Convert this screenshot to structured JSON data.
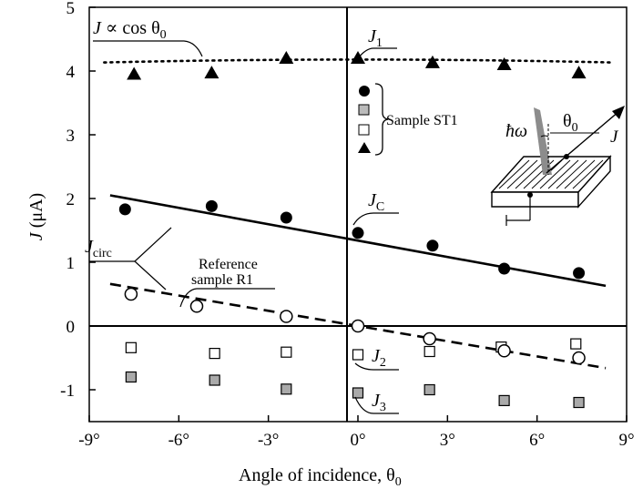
{
  "chart_data": {
    "type": "scatter",
    "xlabel": "Angle of incidence, θ",
    "xlabel_sub": "0",
    "ylabel": "J",
    "ylabel_unit": "(μA)",
    "xlim": [
      -9,
      9
    ],
    "ylim": [
      -1.5,
      5
    ],
    "xticks": [
      {
        "v": -9,
        "label": "-9°"
      },
      {
        "v": -6,
        "label": "-6°"
      },
      {
        "v": -3,
        "label": "-3°"
      },
      {
        "v": 0,
        "label": "0°"
      },
      {
        "v": 3,
        "label": "3°"
      },
      {
        "v": 6,
        "label": "6°"
      },
      {
        "v": 9,
        "label": "9°"
      }
    ],
    "yticks": [
      {
        "v": -1,
        "label": "-1"
      },
      {
        "v": 0,
        "label": "0"
      },
      {
        "v": 1,
        "label": "1"
      },
      {
        "v": 2,
        "label": "2"
      },
      {
        "v": 3,
        "label": "3"
      },
      {
        "v": 4,
        "label": "4"
      },
      {
        "v": 5,
        "label": "5"
      }
    ],
    "series": [
      {
        "marker": "triangle",
        "x": [
          -7.5,
          -4.9,
          -2.4,
          0.0,
          2.5,
          4.9,
          7.4
        ],
        "y": [
          3.95,
          3.97,
          4.2,
          4.2,
          4.13,
          4.1,
          3.97
        ]
      },
      {
        "marker": "filled-circle",
        "x": [
          -7.8,
          -4.9,
          -2.4,
          0.0,
          2.5,
          4.9,
          7.4
        ],
        "y": [
          1.83,
          1.88,
          1.7,
          1.46,
          1.26,
          0.9,
          0.83
        ]
      },
      {
        "marker": "open-square",
        "x": [
          -7.6,
          -4.8,
          -2.4,
          0.0,
          2.4,
          4.8,
          7.3
        ],
        "y": [
          -0.34,
          -0.43,
          -0.41,
          -0.45,
          -0.4,
          -0.33,
          -0.28
        ]
      },
      {
        "marker": "gray-square",
        "x": [
          -7.6,
          -4.8,
          -2.4,
          0.0,
          2.4,
          4.9,
          7.4
        ],
        "y": [
          -0.8,
          -0.85,
          -0.99,
          -1.05,
          -1.0,
          -1.17,
          -1.2
        ]
      },
      {
        "marker": "open-circle",
        "x": [
          -7.6,
          -5.4,
          -2.4,
          0.0,
          2.4,
          4.9,
          7.4
        ],
        "y": [
          0.5,
          0.31,
          0.15,
          0.0,
          -0.2,
          -0.39,
          -0.5
        ]
      }
    ],
    "lines": [
      {
        "style": "dotted",
        "fn": "cos",
        "amp": 4.18
      },
      {
        "style": "solid",
        "x": [
          -8.3,
          8.3
        ],
        "y": [
          2.05,
          0.63
        ]
      },
      {
        "style": "dashed",
        "x": [
          -8.3,
          8.3
        ],
        "y": [
          0.66,
          -0.66
        ]
      }
    ],
    "annotations": {
      "jcos_J": "J",
      "jcos_rest": "∝ cos θ",
      "jcos_sub": "0",
      "j1": "J",
      "j1_sub": "1",
      "jc": "J",
      "jc_sub": "C",
      "jcirc": "J",
      "jcirc_sub": "circ",
      "ref_line1": "Reference",
      "ref_line2": "sample R1",
      "j2": "J",
      "j2_sub": "2",
      "j3": "J",
      "j3_sub": "3",
      "sample_st1": "Sample ST1",
      "inset_hw": "ħω",
      "inset_theta": "θ",
      "inset_theta_sub": "0",
      "inset_J": "J"
    }
  }
}
